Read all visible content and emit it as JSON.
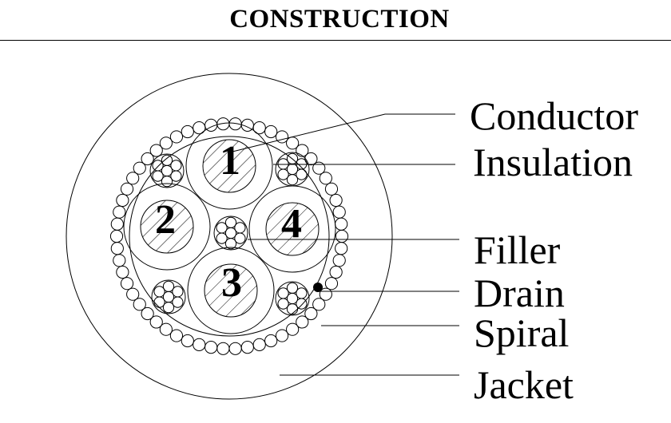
{
  "title": "CONSTRUCTION",
  "conductors": [
    {
      "number": "1"
    },
    {
      "number": "2"
    },
    {
      "number": "3"
    },
    {
      "number": "4"
    }
  ],
  "labels": {
    "conductor": "Conductor",
    "insulation": "Insulation",
    "filler": "Filler",
    "drain": "Drain",
    "spiral": "Spiral",
    "jacket": "Jacket"
  }
}
